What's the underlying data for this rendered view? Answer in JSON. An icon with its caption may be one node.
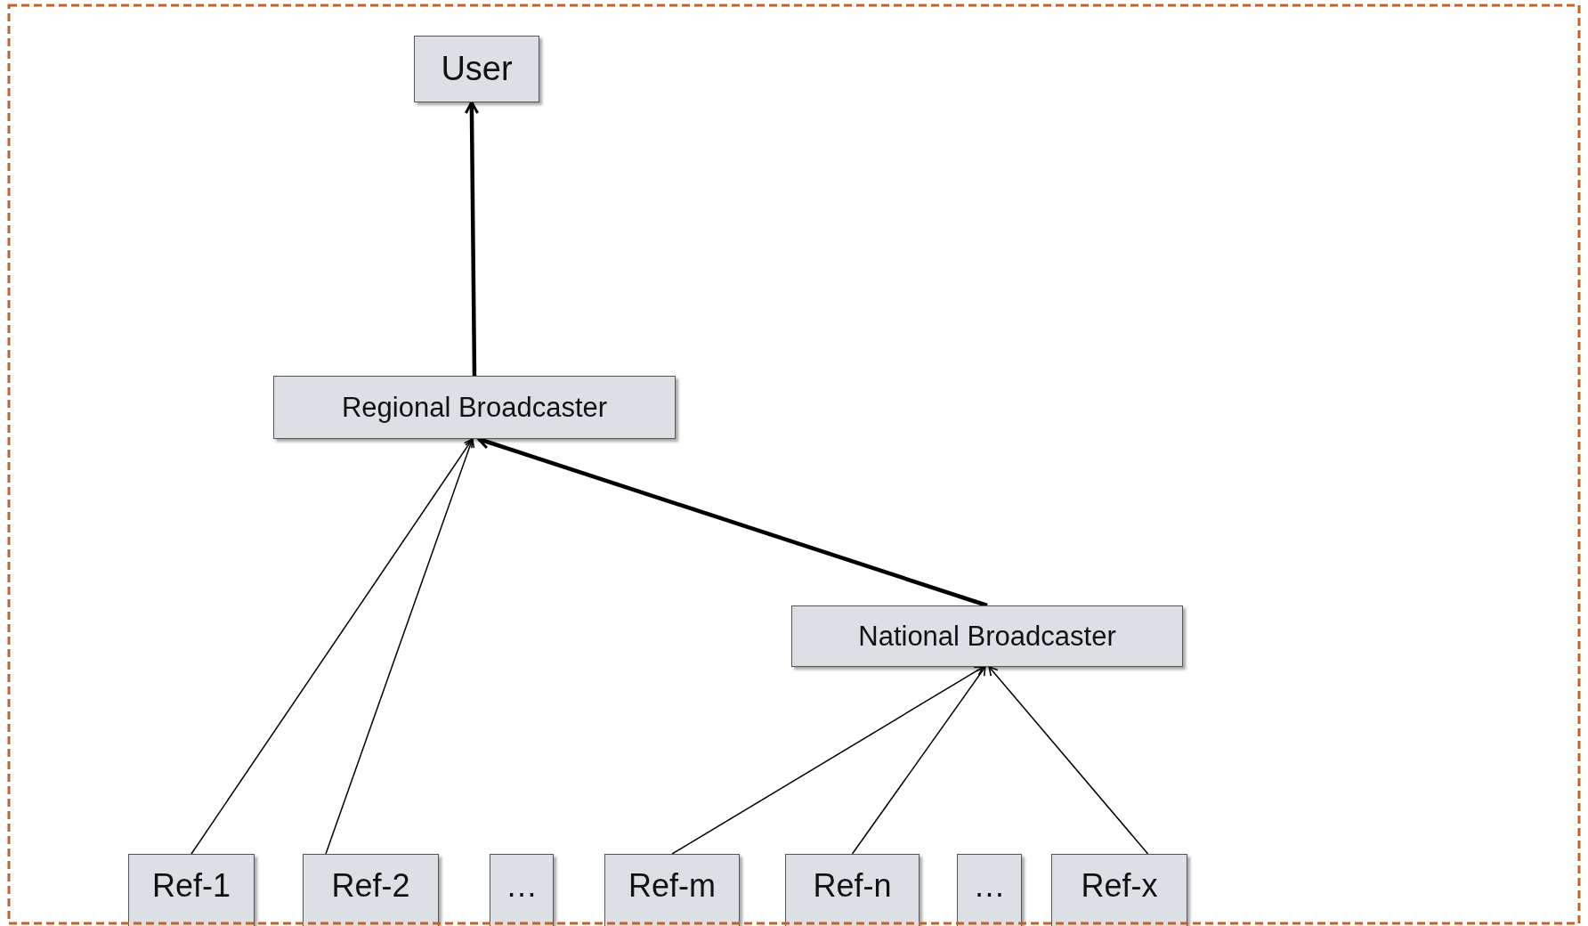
{
  "diagram": {
    "nodes": [
      {
        "text": [
          "User"
        ]
      },
      {
        "text": [
          "Regional Broadcaster"
        ]
      },
      {
        "text": [
          "National Broadcaster"
        ]
      },
      {
        "text": [
          "Ref-1"
        ]
      },
      {
        "text": [
          "Ref-2"
        ]
      },
      {
        "text": [
          "…"
        ]
      },
      {
        "text": [
          "Ref-m"
        ]
      },
      {
        "text": [
          "Ref-n"
        ]
      },
      {
        "text": [
          "…"
        ]
      },
      {
        "text": [
          "Ref-x"
        ]
      }
    ],
    "edges": [
      {
        "from": 1,
        "to": 0,
        "arrow": "to",
        "style": "thick"
      },
      {
        "from": 3,
        "to": 1,
        "arrow": "to"
      },
      {
        "from": 4,
        "to": 1,
        "arrow": "to"
      },
      {
        "from": 2,
        "to": 1,
        "arrow": "to",
        "style": "thick"
      },
      {
        "from": 6,
        "to": 2,
        "arrow": "to"
      },
      {
        "from": 7,
        "to": 2,
        "arrow": "to"
      },
      {
        "from": 9,
        "to": 2,
        "arrow": "to"
      }
    ]
  }
}
